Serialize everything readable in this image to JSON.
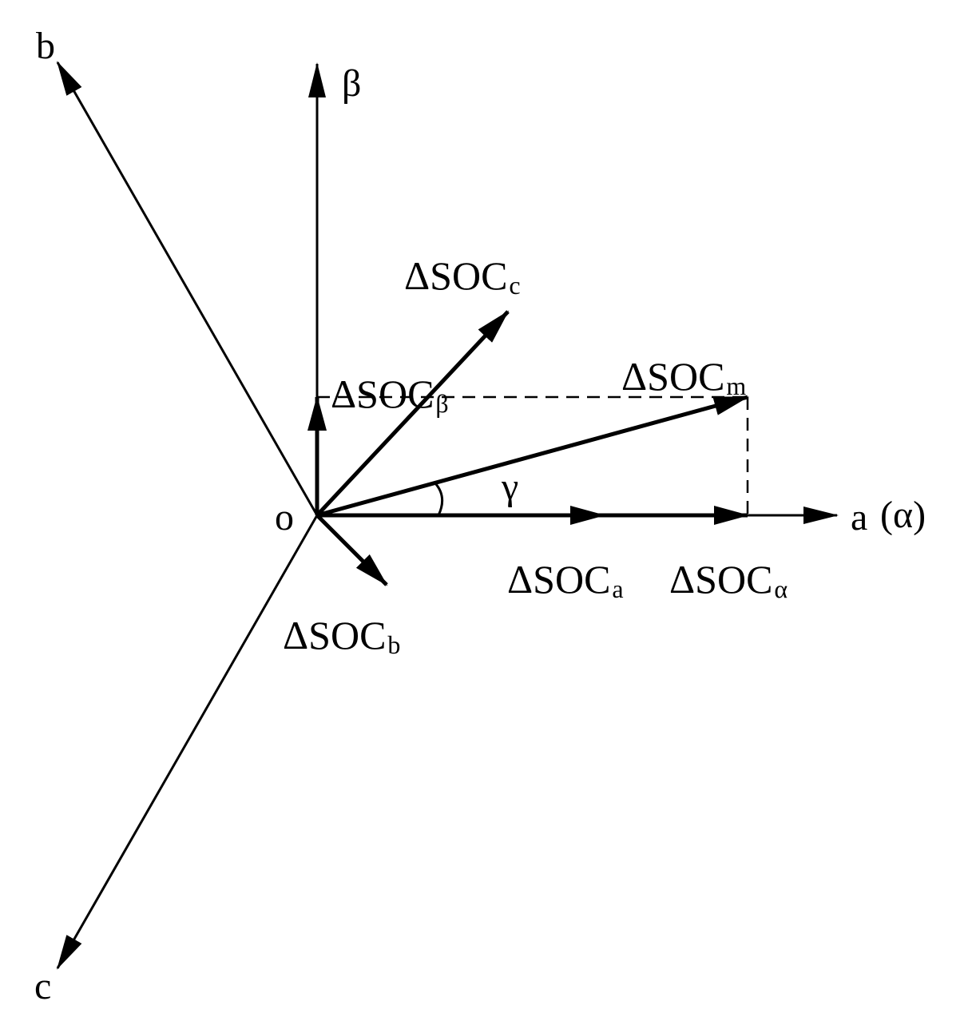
{
  "diagram": {
    "stroke_color": "#000000",
    "background": "#ffffff",
    "axes": {
      "b": "b",
      "c": "c",
      "beta": "β",
      "a": "a",
      "alpha": "(α)",
      "origin": "o"
    },
    "angle": "γ",
    "vectors": {
      "prefix": "ΔSOC",
      "c_sub": "c",
      "m_sub": "m",
      "beta_sub": "β",
      "a_sub": "a",
      "alpha_sub": "α",
      "b_sub": "b"
    }
  }
}
